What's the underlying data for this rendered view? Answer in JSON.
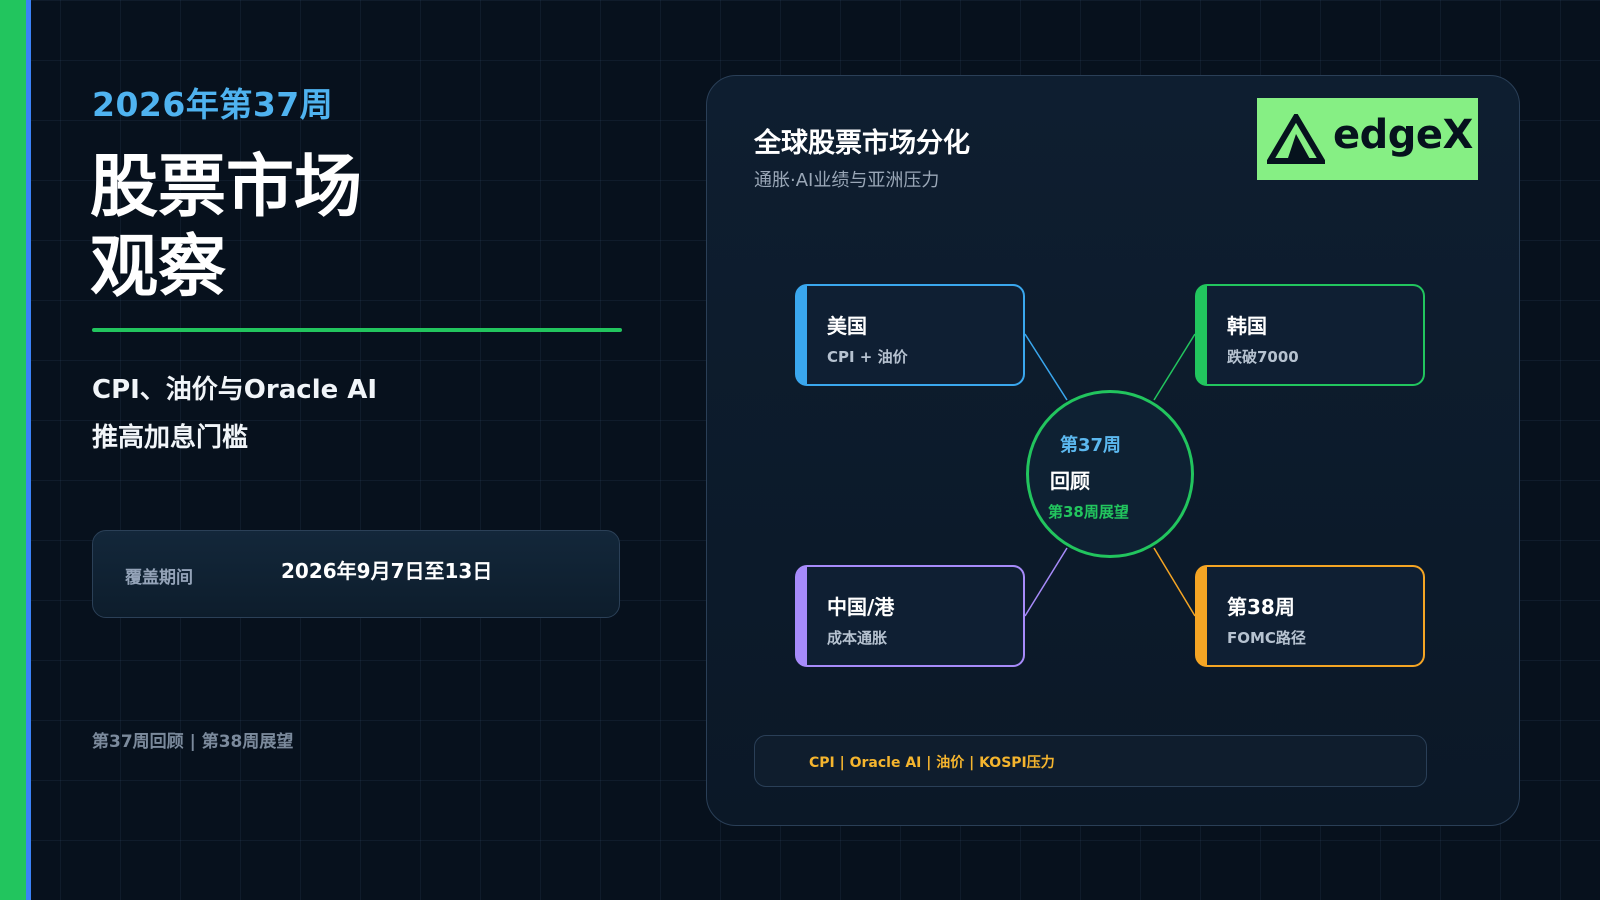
{
  "colors": {
    "background": "#07111d",
    "accent_green": "#22c55e",
    "accent_blue": "#3aa7ee",
    "accent_purple": "#a78bfa",
    "accent_orange": "#f5a524",
    "logo_bg": "#86ef84"
  },
  "left": {
    "eyebrow": "2026年第37周",
    "title_line1": "股票市场",
    "title_line2": "观察",
    "subtitle_line1": "CPI、油价与Oracle AI",
    "subtitle_line2": "推高加息门槛",
    "period_label": "覆盖期间",
    "period_value": "2026年9月7日至13日",
    "footer_note": "第37周回顾 | 第38周展望"
  },
  "panel": {
    "title": "全球股票市场分化",
    "subtitle": "通胀·AI业绩与亚洲压力",
    "logo": {
      "text": "edgeX",
      "icon": "edgex-triangle-icon"
    },
    "hub": {
      "week": "第37周",
      "review": "回顾",
      "outlook": "第38周展望"
    },
    "nodes": {
      "us": {
        "title": "美国",
        "sub": "CPI + 油价"
      },
      "kr": {
        "title": "韩国",
        "sub": "跌破7000"
      },
      "cn": {
        "title": "中国/港",
        "sub": "成本通胀"
      },
      "w38": {
        "title": "第38周",
        "sub": "FOMC路径"
      }
    },
    "tags": "CPI | Oracle AI | 油价 | KOSPI压力"
  }
}
